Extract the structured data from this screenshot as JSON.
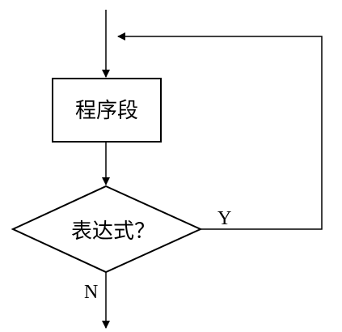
{
  "diagram": {
    "process_label": "程序段",
    "decision_label": "表达式？",
    "yes_label": "Y",
    "no_label": "N",
    "line_color": "#000000",
    "background_color": "#ffffff"
  }
}
